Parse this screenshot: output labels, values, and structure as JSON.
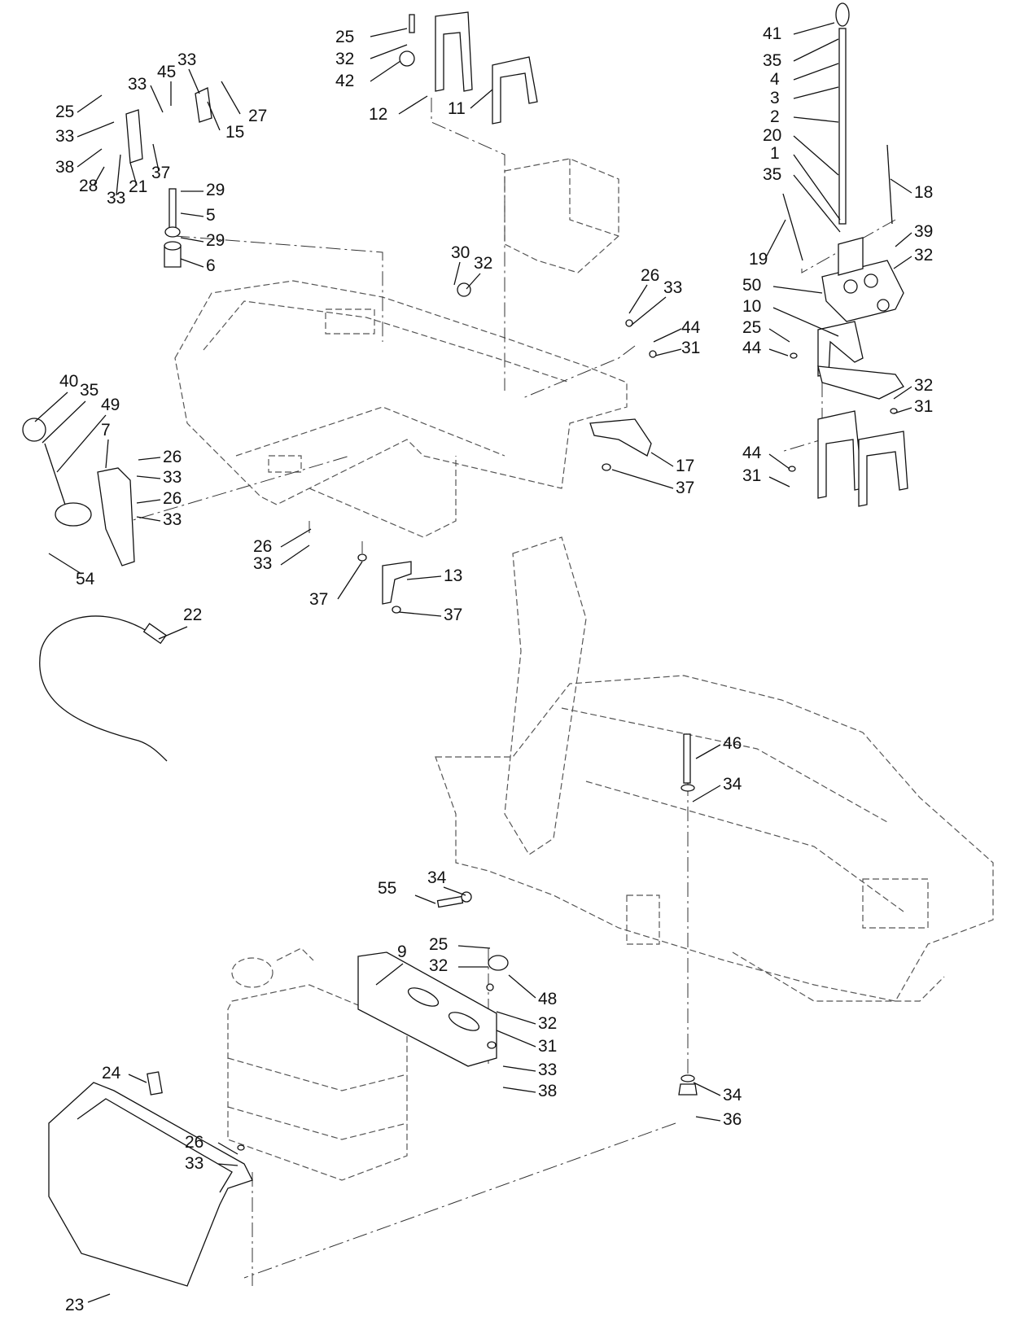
{
  "diagram": {
    "callouts": [
      {
        "id": "c25-top",
        "label": "25"
      },
      {
        "id": "c32-top",
        "label": "32"
      },
      {
        "id": "c42",
        "label": "42"
      },
      {
        "id": "c12",
        "label": "12"
      },
      {
        "id": "c11",
        "label": "11"
      },
      {
        "id": "c45",
        "label": "45"
      },
      {
        "id": "c33-a",
        "label": "33"
      },
      {
        "id": "c33-b",
        "label": "33"
      },
      {
        "id": "c25-a",
        "label": "25"
      },
      {
        "id": "c33-c",
        "label": "33"
      },
      {
        "id": "c38-a",
        "label": "38"
      },
      {
        "id": "c28",
        "label": "28"
      },
      {
        "id": "c33-d",
        "label": "33"
      },
      {
        "id": "c21",
        "label": "21"
      },
      {
        "id": "c37-a",
        "label": "37"
      },
      {
        "id": "c27",
        "label": "27"
      },
      {
        "id": "c15",
        "label": "15"
      },
      {
        "id": "c29-a",
        "label": "29"
      },
      {
        "id": "c5",
        "label": "5"
      },
      {
        "id": "c29-b",
        "label": "29"
      },
      {
        "id": "c6",
        "label": "6"
      },
      {
        "id": "c41",
        "label": "41"
      },
      {
        "id": "c35-a",
        "label": "35"
      },
      {
        "id": "c4",
        "label": "4"
      },
      {
        "id": "c3",
        "label": "3"
      },
      {
        "id": "c2",
        "label": "2"
      },
      {
        "id": "c20",
        "label": "20"
      },
      {
        "id": "c1",
        "label": "1"
      },
      {
        "id": "c35-b",
        "label": "35"
      },
      {
        "id": "c18",
        "label": "18"
      },
      {
        "id": "c39",
        "label": "39"
      },
      {
        "id": "c19",
        "label": "19"
      },
      {
        "id": "c32-b",
        "label": "32"
      },
      {
        "id": "c50",
        "label": "50"
      },
      {
        "id": "c10",
        "label": "10"
      },
      {
        "id": "c25-b",
        "label": "25"
      },
      {
        "id": "c44-a",
        "label": "44"
      },
      {
        "id": "c32-c",
        "label": "32"
      },
      {
        "id": "c31-a",
        "label": "31"
      },
      {
        "id": "c44-b",
        "label": "44"
      },
      {
        "id": "c31-b",
        "label": "31"
      },
      {
        "id": "c30",
        "label": "30"
      },
      {
        "id": "c32-d",
        "label": "32"
      },
      {
        "id": "c26-a",
        "label": "26"
      },
      {
        "id": "c33-e",
        "label": "33"
      },
      {
        "id": "c44-c",
        "label": "44"
      },
      {
        "id": "c31-c",
        "label": "31"
      },
      {
        "id": "c17",
        "label": "17"
      },
      {
        "id": "c37-b",
        "label": "37"
      },
      {
        "id": "c40",
        "label": "40"
      },
      {
        "id": "c35-c",
        "label": "35"
      },
      {
        "id": "c49",
        "label": "49"
      },
      {
        "id": "c7",
        "label": "7"
      },
      {
        "id": "c26-b",
        "label": "26"
      },
      {
        "id": "c33-f",
        "label": "33"
      },
      {
        "id": "c26-c",
        "label": "26"
      },
      {
        "id": "c33-g",
        "label": "33"
      },
      {
        "id": "c54",
        "label": "54"
      },
      {
        "id": "c26-d",
        "label": "26"
      },
      {
        "id": "c33-h",
        "label": "33"
      },
      {
        "id": "c37-c",
        "label": "37"
      },
      {
        "id": "c13",
        "label": "13"
      },
      {
        "id": "c37-d",
        "label": "37"
      },
      {
        "id": "c22",
        "label": "22"
      },
      {
        "id": "c46",
        "label": "46"
      },
      {
        "id": "c34-a",
        "label": "34"
      },
      {
        "id": "c34-b",
        "label": "34"
      },
      {
        "id": "c55",
        "label": "55"
      },
      {
        "id": "c9",
        "label": "9"
      },
      {
        "id": "c25-c",
        "label": "25"
      },
      {
        "id": "c32-e",
        "label": "32"
      },
      {
        "id": "c48",
        "label": "48"
      },
      {
        "id": "c32-f",
        "label": "32"
      },
      {
        "id": "c31-d",
        "label": "31"
      },
      {
        "id": "c33-i",
        "label": "33"
      },
      {
        "id": "c38-b",
        "label": "38"
      },
      {
        "id": "c34-c",
        "label": "34"
      },
      {
        "id": "c36",
        "label": "36"
      },
      {
        "id": "c24",
        "label": "24"
      },
      {
        "id": "c26-e",
        "label": "26"
      },
      {
        "id": "c33-j",
        "label": "33"
      },
      {
        "id": "c23",
        "label": "23"
      }
    ]
  }
}
